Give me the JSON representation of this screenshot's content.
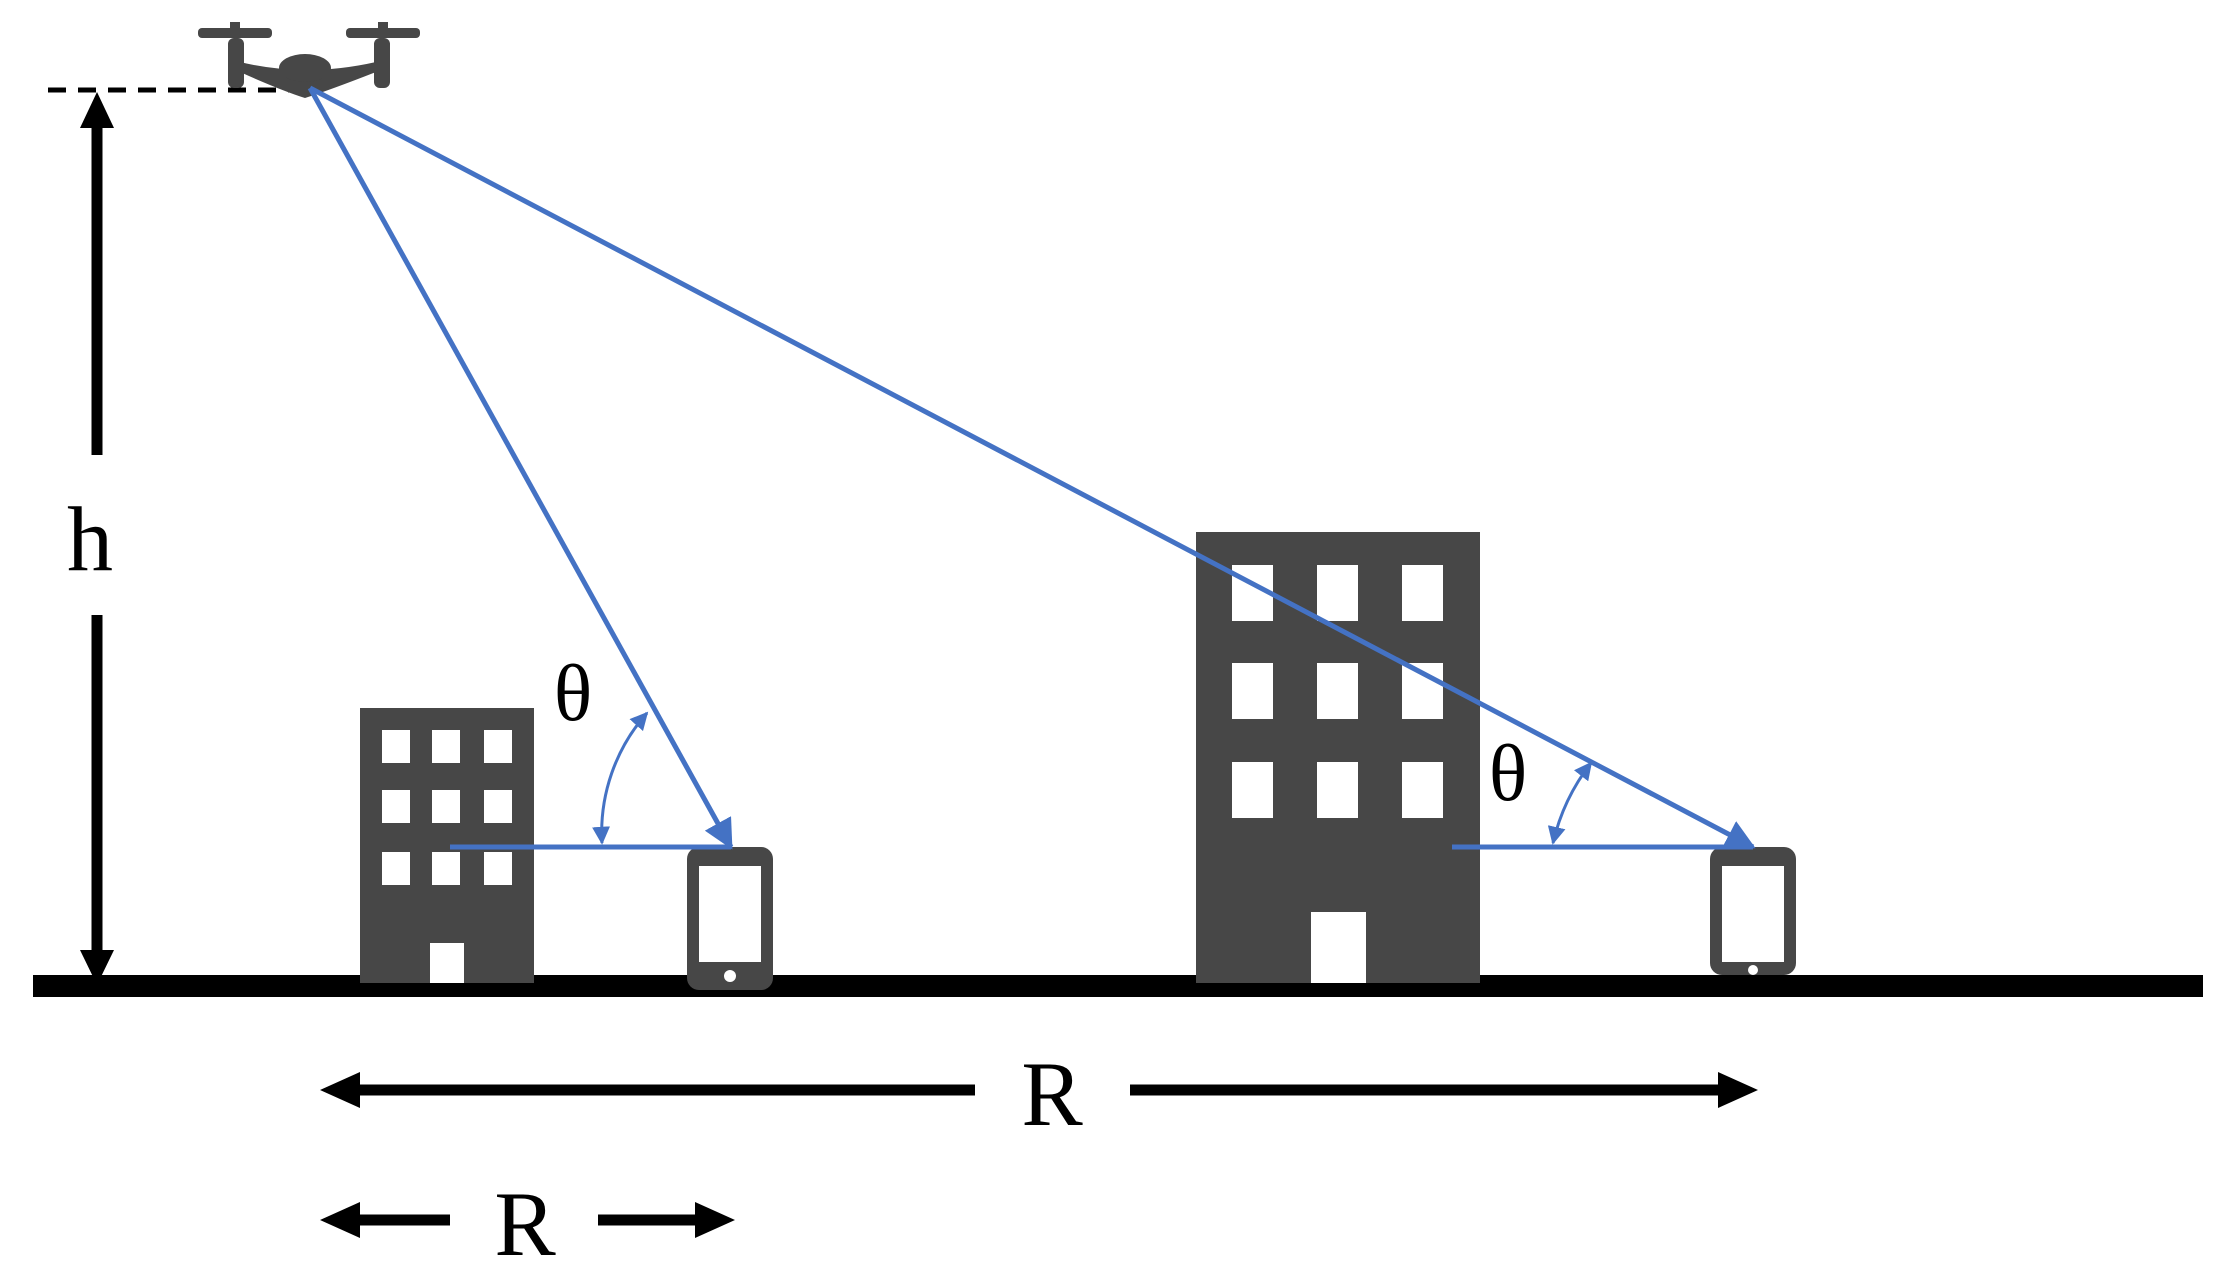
{
  "labels": {
    "height": "h",
    "angle_near": "θ",
    "angle_far": "θ",
    "distance_far": "R",
    "distance_near": "R"
  },
  "colors": {
    "link": "#4472C4",
    "building": "#474747",
    "ground": "#000000",
    "arrow": "#000000"
  },
  "icons": [
    "drone-icon",
    "building-icon",
    "smartphone-icon"
  ]
}
